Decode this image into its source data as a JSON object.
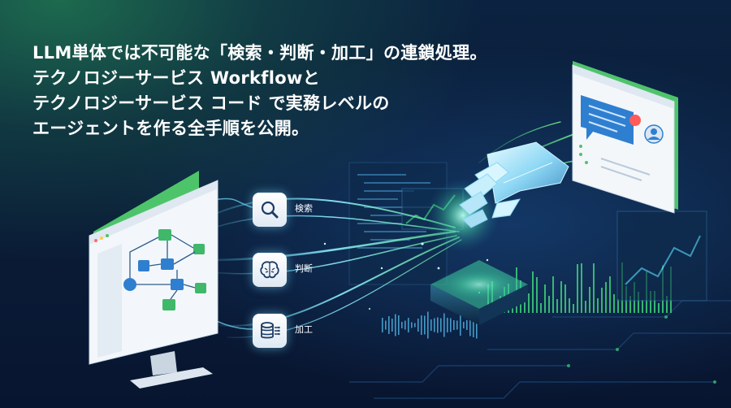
{
  "headline": {
    "line1": "LLM単体では不可能な「検索・判断・加工」の連鎖処理。",
    "line2": "テクノロジーサービス Workflowと",
    "line3": "テクノロジーサービス コード で実務レベルの",
    "line4": "エージェントを作る全手順を公開。"
  },
  "steps": [
    {
      "label": "検索",
      "icon": "magnifier-icon"
    },
    {
      "label": "判断",
      "icon": "brain-icon"
    },
    {
      "label": "加工",
      "icon": "database-icon"
    }
  ],
  "colors": {
    "background": "#0a1a33",
    "accent_green": "#3fd07a",
    "glow_cyan": "#7de8ff",
    "card_blue": "#2f7fd0"
  }
}
